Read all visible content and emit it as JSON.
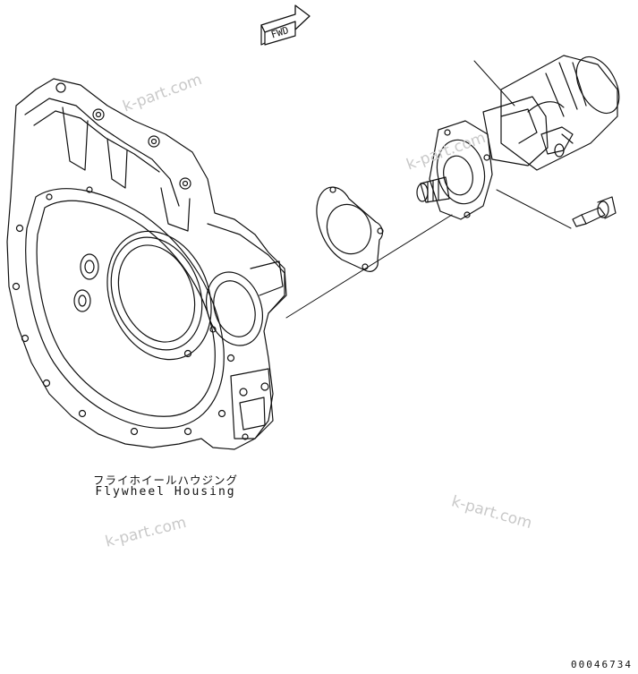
{
  "direction_arrow": {
    "text": "FWD"
  },
  "labels": {
    "housing_jp": "フライホイールハウジング",
    "housing_en": "Flywheel Housing"
  },
  "drawing_number": "00046734",
  "watermarks": [
    "k-part.com",
    "k-part.com",
    "k-part.com",
    "k-part.com"
  ],
  "colors": {
    "line": "#111111",
    "watermark": "#c9c9c9"
  }
}
